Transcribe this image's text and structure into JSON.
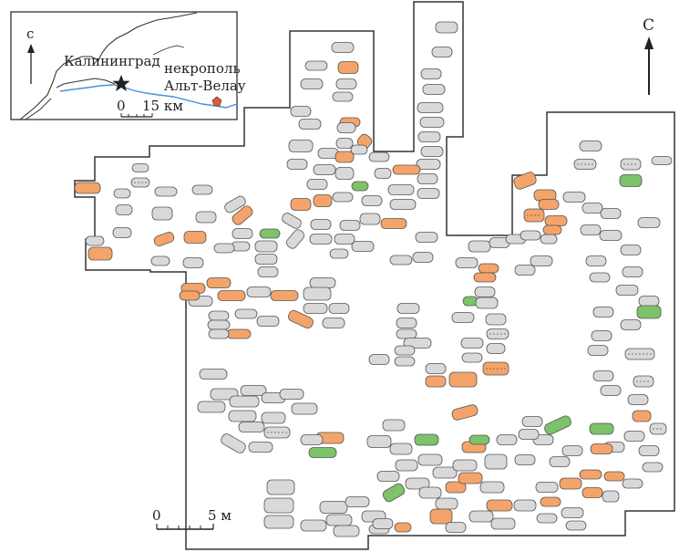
{
  "inset": {
    "north_letter": "с",
    "city_label": "Калининград",
    "site_label_line1": "некрополь",
    "site_label_line2": "Альт-Велау",
    "scale_zero": "0",
    "scale_value": "15 км"
  },
  "main": {
    "north_letter": "С",
    "scale_zero": "0",
    "scale_value": "5 м"
  },
  "legend_colors": {
    "grave_default": "#d9d9d9",
    "grave_orange": "#f4a46a",
    "grave_green": "#7ec26a",
    "river": "#4a90d9",
    "site_marker": "#e8563a",
    "outline": "#333333"
  }
}
